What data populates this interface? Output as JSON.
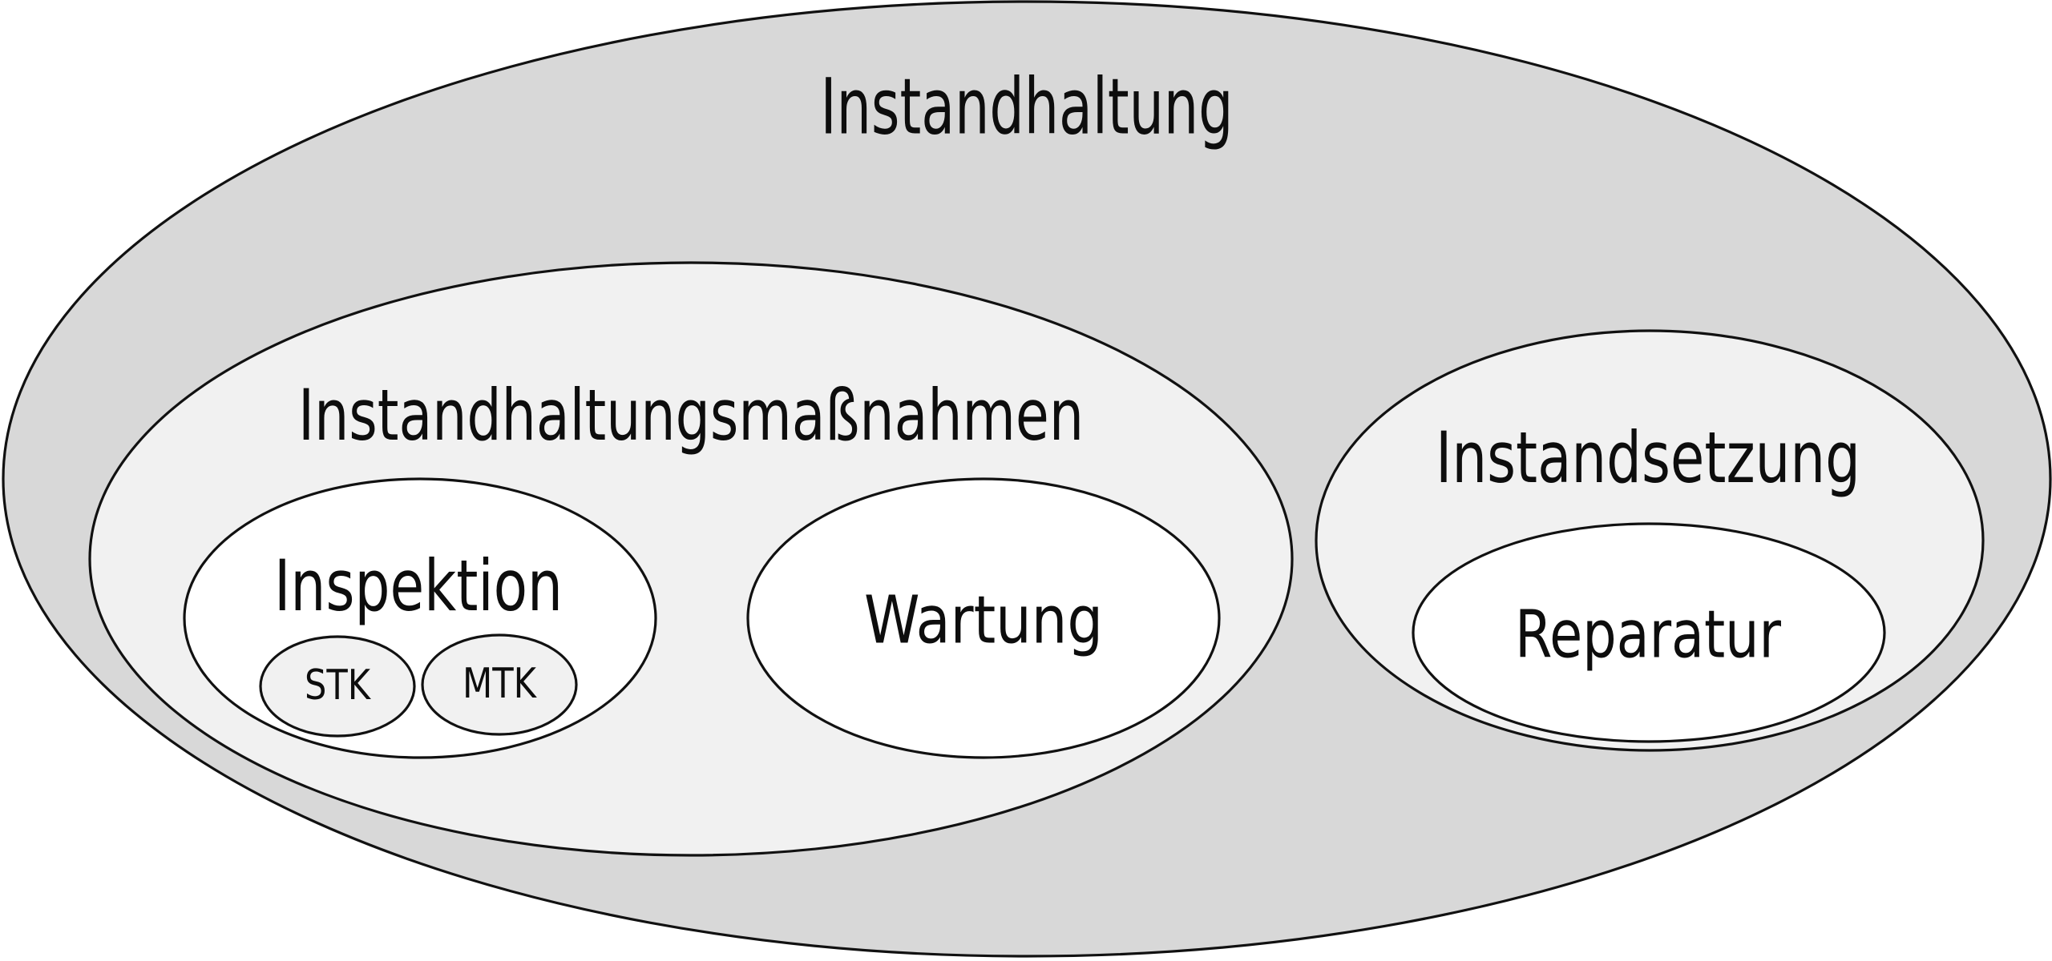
{
  "labels": {
    "instandhaltung": "Instandhaltung",
    "instandhaltungsmassnahmen": "Instandhaltungsmaßnahmen",
    "inspektion": "Inspektion",
    "stk": "STK",
    "mtk": "MTK",
    "wartung": "Wartung",
    "instandsetzung": "Instandsetzung",
    "reparatur": "Reparatur"
  },
  "colors": {
    "outer_fill": "#d8d8d8",
    "mid_fill": "#f1f1f1",
    "inner_fill": "#ffffff",
    "stroke": "#111111"
  }
}
